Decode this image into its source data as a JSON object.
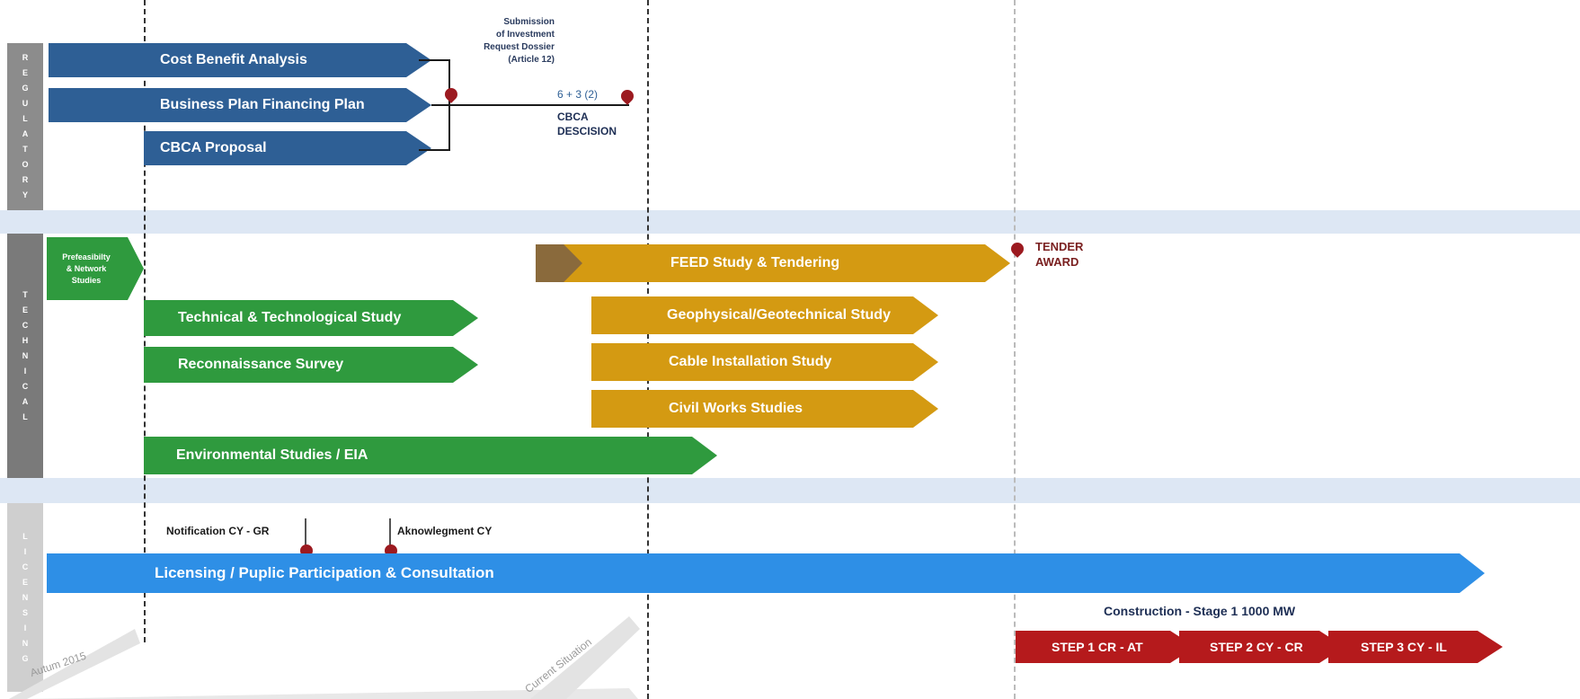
{
  "sections": {
    "regulatory": "R E G U L A T O R Y",
    "technical": "T E C H N I C A L",
    "licensing": "L I C E N S I N G"
  },
  "regulatory": {
    "cost_benefit": "Cost Benefit Analysis",
    "business_plan": "Business Plan Financing Plan",
    "cbca_proposal": "CBCA  Proposal",
    "submission_l1": "Submission",
    "submission_l2": "of Investment",
    "submission_l3": "Request Dossier",
    "submission_l4": "(Article 12)",
    "months": "6 + 3 (2)",
    "cbca_decision_l1": "CBCA",
    "cbca_decision_l2": "DESCISION"
  },
  "technical": {
    "prefeasibility_l1": "Prefeasibilty",
    "prefeasibility_l2": "& Network",
    "prefeasibility_l3": "Studies",
    "feed": "FEED Study & Tendering",
    "tender_l1": "TENDER",
    "tender_l2": "AWARD",
    "tech_study": "Technical & Technological Study",
    "recon": "Reconnaissance Survey",
    "env": "Environmental Studies / EIA",
    "geo": "Geophysical/Geotechnical Study",
    "cable": "Cable Installation Study",
    "civil": "Civil Works Studies"
  },
  "licensing": {
    "notification": "Notification CY - GR",
    "acknowledgment": "Aknowlegment  CY",
    "main": "Licensing / Puplic Participation & Consultation",
    "construction": "Construction - Stage 1 1000 MW",
    "step1": "STEP 1 CR - AT",
    "step2": "STEP 2 CY - CR",
    "step3": "STEP 3 CY - IL"
  },
  "timeline": {
    "autumn": "Autum 2015",
    "current": "Current Situation"
  },
  "colors": {
    "regulatory": "#2e5f95",
    "technical_green": "#2f9a3e",
    "technical_gold": "#d49a12",
    "licensing": "#2e8fe6",
    "construction": "#b51a1c",
    "pin": "#9c1a20"
  }
}
